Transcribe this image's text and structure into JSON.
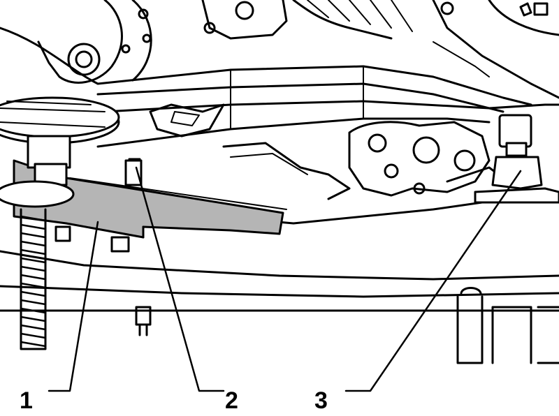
{
  "figure": {
    "callouts": [
      {
        "id": 1,
        "label": "1"
      },
      {
        "id": 2,
        "label": "2"
      },
      {
        "id": 3,
        "label": "3"
      }
    ],
    "colors": {
      "line": "#000000",
      "background": "#ffffff",
      "highlight": "#b5b5b5"
    }
  }
}
